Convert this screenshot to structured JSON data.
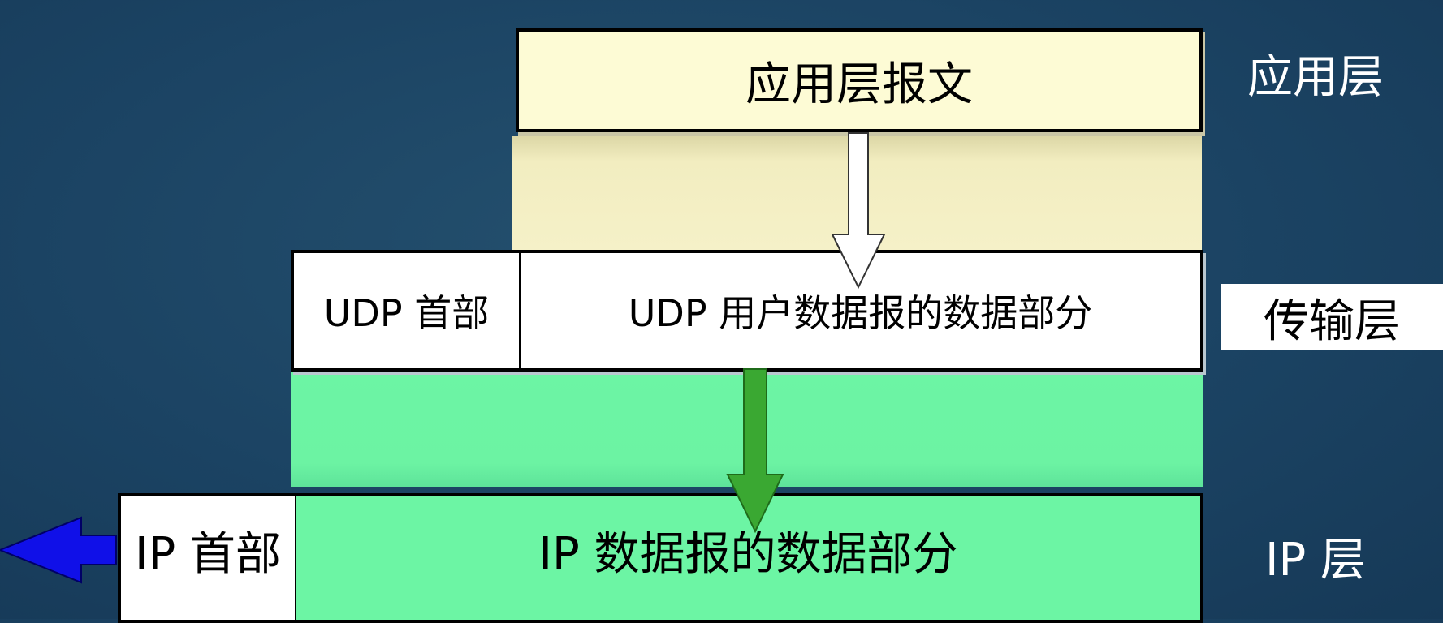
{
  "app_layer": {
    "message_label": "应用层报文",
    "layer_label": "应用层"
  },
  "transport_layer": {
    "udp_header_label": "UDP 首部",
    "udp_data_label": "UDP 用户数据报的数据部分",
    "layer_label": "传输层"
  },
  "ip_layer": {
    "ip_header_label": "IP 首部",
    "ip_data_label": "IP 数据报的数据部分",
    "layer_label": "IP 层"
  },
  "colors": {
    "background": "#1c4464",
    "app_message_fill": "#fdfbd5",
    "app_fade_fill": "#f4efbf",
    "transport_fill": "#ffffff",
    "ip_data_fill": "#6cf5a4",
    "transport_fade_fill": "#6cf5a4",
    "green_arrow": "#3aa832",
    "blue_arrow": "#1010e8"
  }
}
